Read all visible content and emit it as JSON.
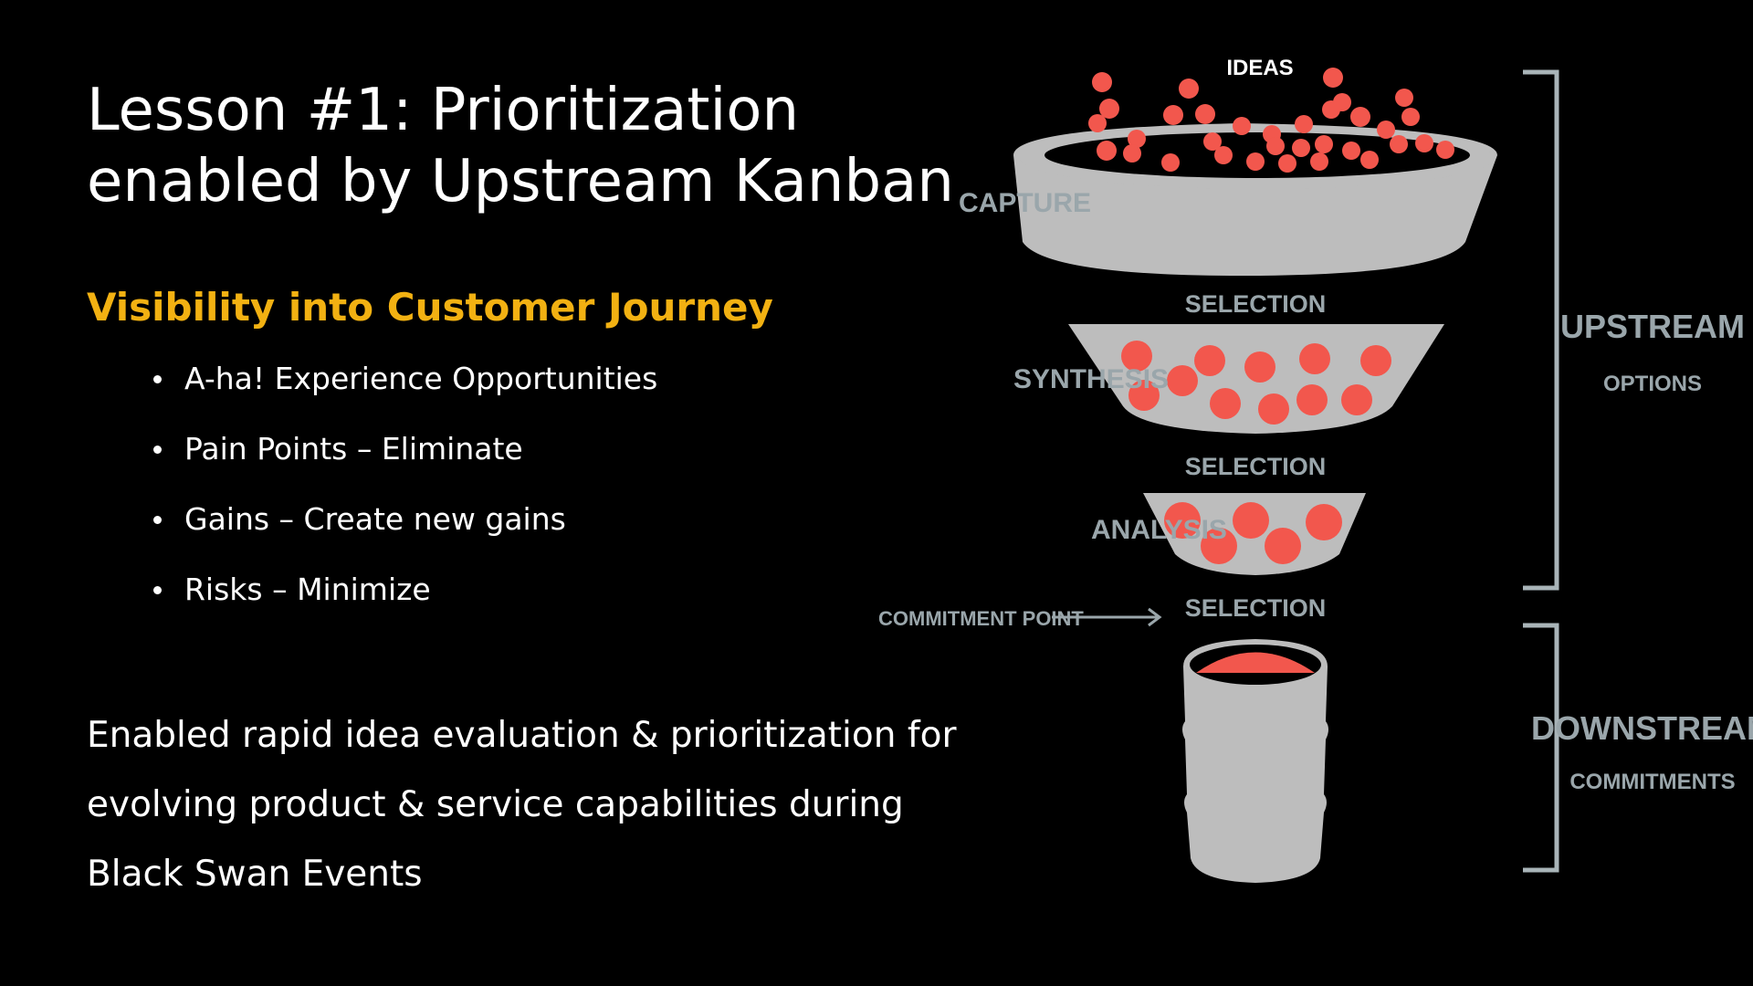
{
  "slide": {
    "title_line1": "Lesson #1: Prioritization",
    "title_line2": "enabled by Upstream Kanban",
    "subheading": "Visibility into Customer Journey",
    "bullets": [
      "A-ha! Experience Opportunities",
      "Pain Points – Eliminate",
      "Gains – Create new gains",
      "Risks – Minimize"
    ],
    "summary_lines": [
      "Enabled rapid idea evaluation & prioritization for",
      "evolving product & service capabilities during",
      "Black Swan Events"
    ]
  },
  "diagram": {
    "ideas_label": "IDEAS",
    "capture_label": "CAPTURE",
    "selection_label_1": "SELECTION",
    "synthesis_label": "SYNTHESIS",
    "selection_label_2": "SELECTION",
    "analysis_label": "ANALYSIS",
    "commitment_point_label": "COMMITMENT POINT",
    "selection_label_3": "SELECTION",
    "upstream_label": "UPSTREAM",
    "options_label": "OPTIONS",
    "downstream_label": "DOWNSTREAM",
    "commitments_label": "COMMITMENTS"
  },
  "colors": {
    "background": "#000000",
    "title_text": "#ffffff",
    "subheading_text": "#f2b112",
    "funnel_gray": "#bdbdbd",
    "diagram_label": "#9aa6ab",
    "idea_dot": "#f2574d",
    "bracket": "#a9b4b8"
  }
}
